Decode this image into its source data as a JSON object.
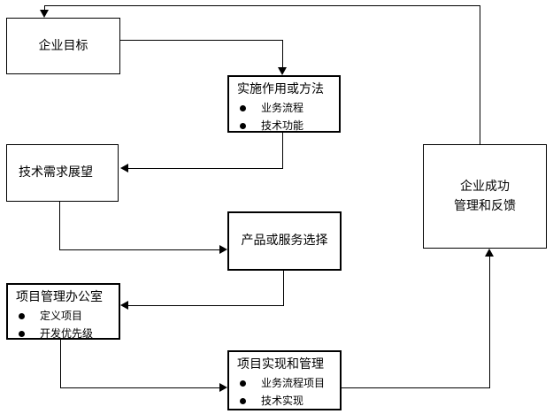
{
  "diagram": {
    "background_color": "#ffffff",
    "line_color": "#000000",
    "nodes": {
      "enterprise_goals": {
        "title": "企业目标"
      },
      "implementation_method": {
        "title": "实施作用或方法",
        "bullets": [
          "业务流程",
          "技术功能"
        ]
      },
      "tech_requirement_outlook": {
        "title": "技术需求展望"
      },
      "product_service_selection": {
        "title": "产品或服务选择"
      },
      "pmo": {
        "title": "项目管理办公室",
        "bullets": [
          "定义项目",
          "开发优先级"
        ]
      },
      "project_realization": {
        "title": "项目实现和管理",
        "bullets": [
          "业务流程项目",
          "技术实现"
        ]
      },
      "enterprise_success": {
        "lines": [
          "企业成功",
          "管理和反馈"
        ]
      }
    }
  }
}
